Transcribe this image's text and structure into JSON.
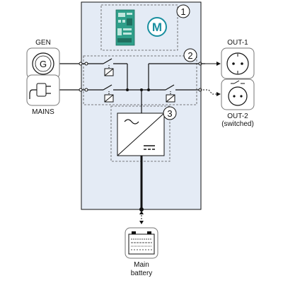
{
  "labels": {
    "gen": "GEN",
    "gen_symbol": "G",
    "mains": "MAINS",
    "out1": "OUT-1",
    "out2": "OUT-2",
    "out2_sub": "(switched)",
    "battery_line1": "Main",
    "battery_line2": "battery"
  },
  "callouts": [
    "1",
    "2",
    "3"
  ],
  "logo": {
    "letter": "M",
    "color": "#1a8fa0"
  },
  "icons": [
    "generator-icon",
    "mains-plug-icon",
    "socket-icon",
    "switched-socket-icon",
    "battery-icon",
    "inverter-charger-icon"
  ],
  "colors": {
    "panel_fill": "#e4ebf5",
    "panel_stroke": "#111111",
    "board_green": "#2f9f8a"
  }
}
